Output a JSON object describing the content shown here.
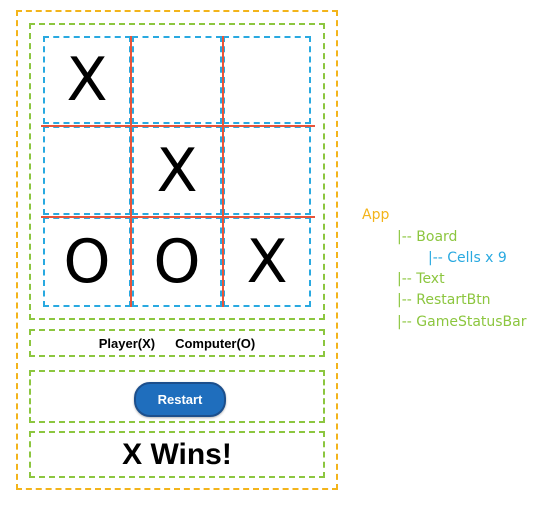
{
  "board": {
    "cells": [
      "X",
      "",
      "",
      "",
      "X",
      "",
      "O",
      "O",
      "X"
    ]
  },
  "text": {
    "player": "Player(X)",
    "computer": "Computer(O)"
  },
  "restart": {
    "label": "Restart"
  },
  "status": {
    "message": "X Wins!"
  },
  "tree": {
    "root": "App",
    "board": "|-- Board",
    "cells": "|-- Cells x 9",
    "text": "|-- Text",
    "restart": "|-- RestartBtn",
    "status": "|-- GameStatusBar"
  },
  "colors": {
    "app": "#f3b41b",
    "component": "#8cc63f",
    "cell": "#29a9e0",
    "grid_line": "#e8543a",
    "button": "#1f6ebd"
  }
}
